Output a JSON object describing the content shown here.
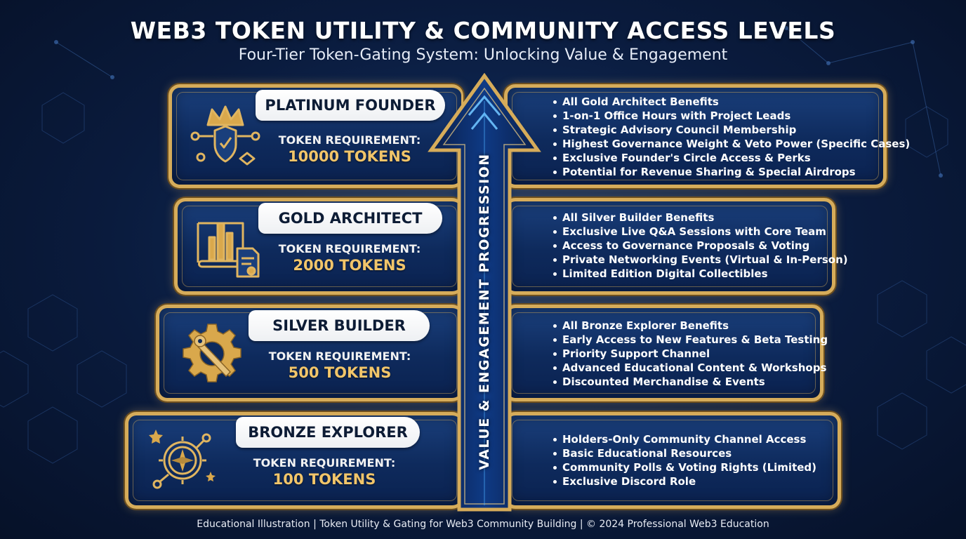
{
  "title": "WEB3 TOKEN UTILITY & COMMUNITY ACCESS LEVELS",
  "subtitle": "Four-Tier Token-Gating System: Unlocking Value & Engagement",
  "progression_label": "VALUE & ENGAGEMENT PROGRESSION",
  "footer": "Educational Illustration | Token Utility & Gating for Web3 Community Building |  © 2024 Professional Web3 Education",
  "colors": {
    "gold": "#d6ac5a",
    "gold_text": "#f1c56a",
    "panel_blue": "#0e2a5c",
    "background": "#0a1b3d",
    "arrow_glow": "#3aa0ff"
  },
  "tiers": [
    {
      "name": "PLATINUM FOUNDER",
      "icon": "crown-shield-handshake-icon",
      "requirement_label": "TOKEN REQUIREMENT:",
      "requirement_value": "10000 TOKENS",
      "benefits": [
        "All Gold Architect Benefits",
        "1-on-1 Office Hours with Project Leads",
        "Strategic Advisory Council Membership",
        "Highest Governance Weight & Veto Power (Specific Cases)",
        "Exclusive Founder's Circle Access & Perks",
        "Potential for Revenue Sharing & Special Airdrops"
      ]
    },
    {
      "name": "GOLD ARCHITECT",
      "icon": "blueprint-city-certificate-icon",
      "requirement_label": "TOKEN REQUIREMENT:",
      "requirement_value": "2000 TOKENS",
      "benefits": [
        "All Silver Builder Benefits",
        "Exclusive Live Q&A Sessions with Core Team",
        "Access to Governance Proposals & Voting",
        "Private Networking Events (Virtual & In-Person)",
        "Limited Edition Digital Collectibles"
      ]
    },
    {
      "name": "SILVER BUILDER",
      "icon": "gear-wrench-icon",
      "requirement_label": "TOKEN REQUIREMENT:",
      "requirement_value": "500 TOKENS",
      "benefits": [
        "All Bronze Explorer Benefits",
        "Early Access to New Features & Beta Testing",
        "Priority Support Channel",
        "Advanced Educational Content & Workshops",
        "Discounted Merchandise & Events"
      ]
    },
    {
      "name": "BRONZE EXPLORER",
      "icon": "compass-star-icon",
      "requirement_label": "TOKEN REQUIREMENT:",
      "requirement_value": "100 TOKENS",
      "benefits": [
        "Holders-Only Community Channel Access",
        "Basic Educational Resources",
        "Community Polls & Voting Rights (Limited)",
        "Exclusive Discord Role"
      ]
    }
  ]
}
